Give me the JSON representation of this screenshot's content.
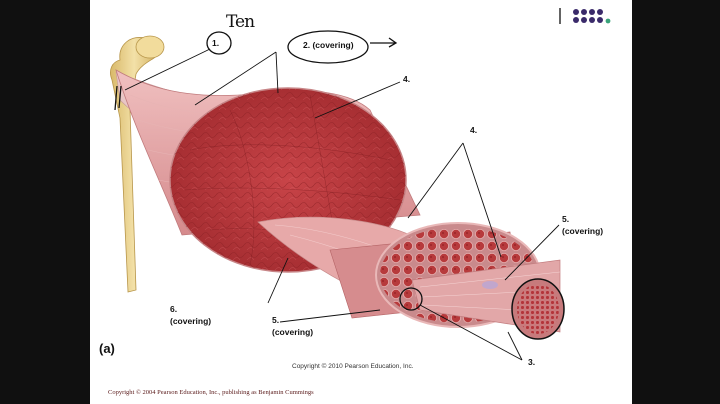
{
  "labels": {
    "label_1": "1.",
    "label_2": "2. (covering)",
    "label_4_top": "4.",
    "label_4_right": "4.",
    "label_5_right_num": "5.",
    "label_5_right_text": "(covering)",
    "label_5_bottom_num": "5.",
    "label_5_bottom_text": "(covering)",
    "label_6_num": "6.",
    "label_6_text": "(covering)",
    "label_3": "3.",
    "panel": "(a)"
  },
  "handwriting": "Ten",
  "copyright_inner": "Copyright © 2010 Pearson Education, Inc.",
  "copyright_footer": "Copyright © 2004 Pearson Education, Inc., publishing as Benjamin Cummings",
  "logo_dot_colors": [
    "#3a2a6a",
    "#3a2a6a",
    "#3a2a6a",
    "#3a2a6a",
    "#3a2a6a",
    "#3a2a6a",
    "#3a2a6a",
    "#3a2a6a",
    "#3aa37a"
  ],
  "colors": {
    "muscle": "#b8383a",
    "muscle_dark": "#8e2226",
    "sheath": "#e6a5a5",
    "bone": "#ecd596"
  }
}
